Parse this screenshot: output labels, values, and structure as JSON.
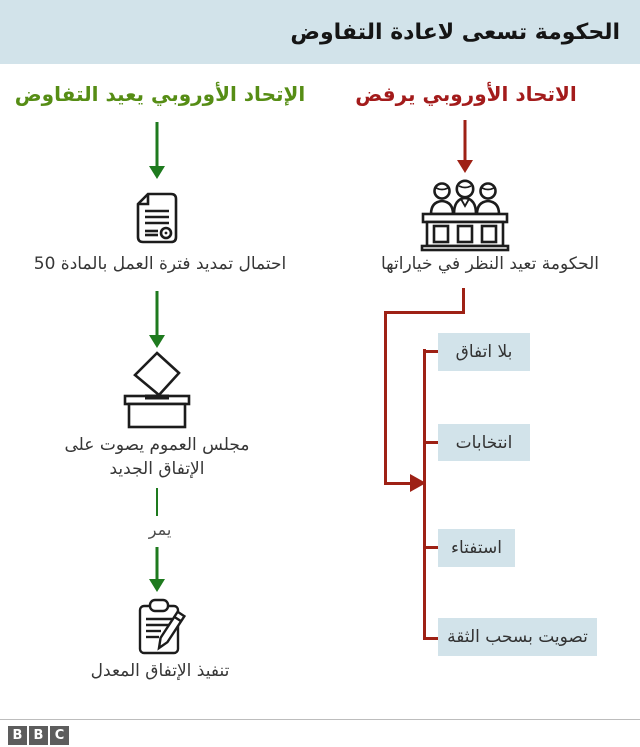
{
  "header": {
    "title": "الحكومة تسعى لاعادة التفاوض"
  },
  "left_flow": {
    "title": "الإتحاد الأوروبي يعيد التفاوض",
    "step1_label": "احتمال تمديد فترة العمل بالمادة 50",
    "step2_label": "مجلس العموم يصوت على الإتفاق الجديد",
    "connector_label": "يمر",
    "step3_label": "تنفيذ الإتفاق المعدل",
    "icons": [
      "document-seal-icon",
      "ballot-box-icon",
      "clipboard-pencil-icon"
    ]
  },
  "right_flow": {
    "title": "الاتحاد الأوروبي يرفض",
    "step1_label": "الحكومة تعيد النظر في خياراتها",
    "icon": "parliament-panel-icon",
    "options": [
      "بلا اتفاق",
      "انتخابات",
      "استفتاء",
      "تصويت بسحب الثقة"
    ]
  },
  "footer": {
    "logo_letters": [
      "B",
      "B",
      "C"
    ]
  },
  "colors": {
    "header_bg": "#d2e3ea",
    "option_box_bg": "#d2e3ea",
    "green_title": "#568d15",
    "green_line": "#1e7a1e",
    "red_title": "#a31b1b",
    "red_line": "#9e2115",
    "body_text": "#363636",
    "icon_stroke": "#1c1c1c",
    "logo_bg": "#5d5d5d"
  }
}
